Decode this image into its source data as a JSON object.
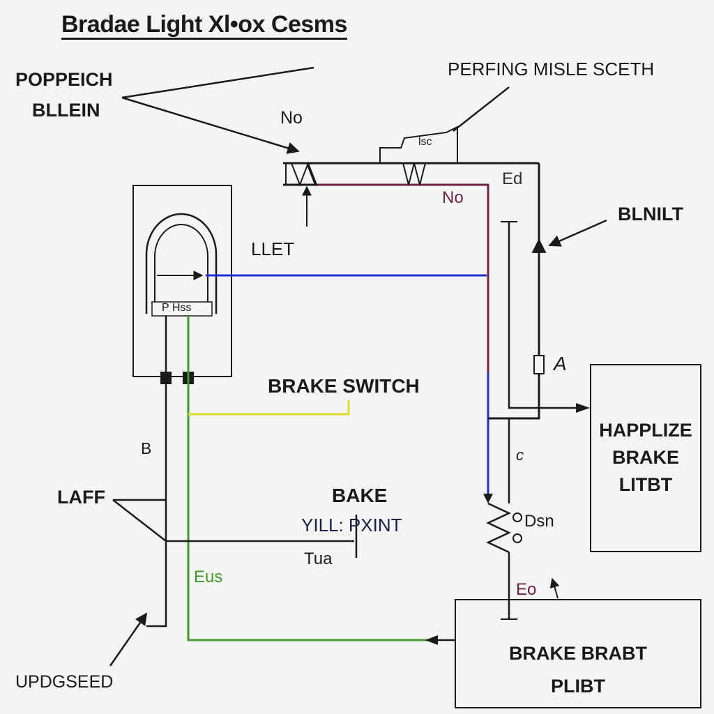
{
  "title": "Bradae Light Xl•ox Cesms",
  "labels": {
    "poppeich": "POPPEICH",
    "bllein": "BLLEIN",
    "no_top": "No",
    "perfing": "PERFING MISLE SCETH",
    "lsc": "lsc",
    "ed": "Ed",
    "no_mid": "No",
    "blnilt": "BLNILT",
    "llet": "LLET",
    "bulb_tag": "P Hss",
    "a": "A",
    "brake_switch": "BRAKE SWITCH",
    "b": "B",
    "c": "c",
    "laff": "LAFF",
    "bake": "BAKE",
    "yill_pxint": "YILL: PXINT",
    "tua": "Tua",
    "dsn": "Dsn",
    "eus": "Eus",
    "eo": "Eo",
    "updgseed": "UPDGSEED"
  },
  "boxes": {
    "happlize": [
      "HAPPLIZE",
      "BRAKE",
      "LITBT"
    ],
    "brake_brabt": [
      "BRAKE BRABT",
      "PLIBT"
    ]
  },
  "colors": {
    "wire_black": "#1a1a1a",
    "wire_blue": "#1f2fd6",
    "wire_maroon": "#6e2346",
    "wire_green": "#3f9a2a",
    "wire_yellow": "#e1dc2c"
  }
}
